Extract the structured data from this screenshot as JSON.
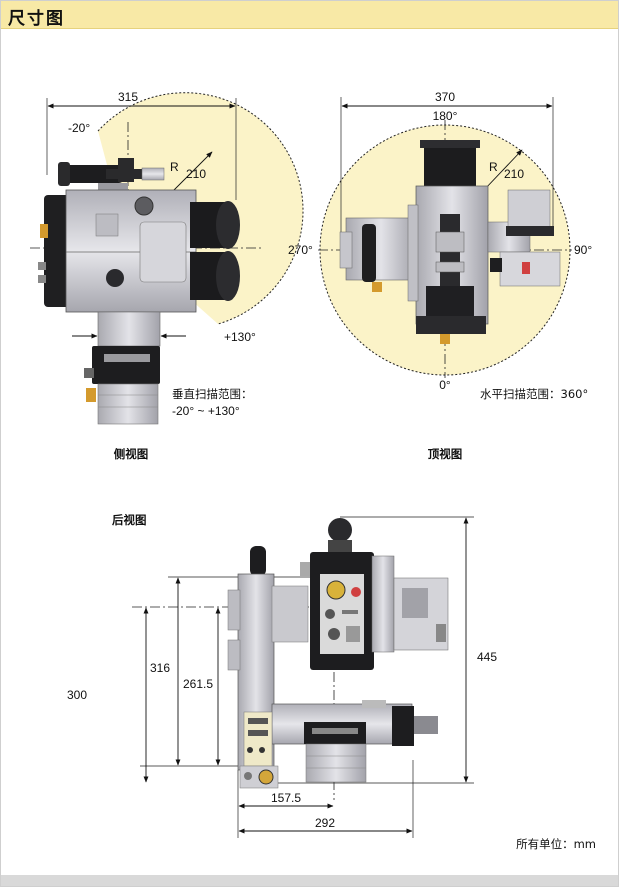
{
  "header": {
    "title": "尺寸图"
  },
  "side_view": {
    "caption": "侧视图",
    "width_dim": "315",
    "angle_min": "-20°",
    "angle_max": "+130°",
    "radius": "210",
    "radius_symbol": "R",
    "scan_title": "垂直扫描范围：",
    "scan_range": "-20° ~ +130°"
  },
  "top_view": {
    "caption": "顶视图",
    "width_dim": "370",
    "angle_top": "180°",
    "angle_left": "270°",
    "angle_right": "90°",
    "angle_bottom": "0°",
    "radius": "210",
    "radius_symbol": "R",
    "scan_range": "水平扫描范围：360°"
  },
  "rear_view": {
    "caption": "后视图",
    "dim_445": "445",
    "dim_316": "316",
    "dim_2615": "261.5",
    "dim_300": "300",
    "dim_1575": "157.5",
    "dim_292": "292"
  },
  "footer": {
    "unit_note": "所有单位：mm"
  },
  "colors": {
    "title_bar": "#f8e9a6",
    "scan_zone": "#fbf3c8",
    "body_gray": "#c9c9cf",
    "dark": "#1c1c1c"
  }
}
